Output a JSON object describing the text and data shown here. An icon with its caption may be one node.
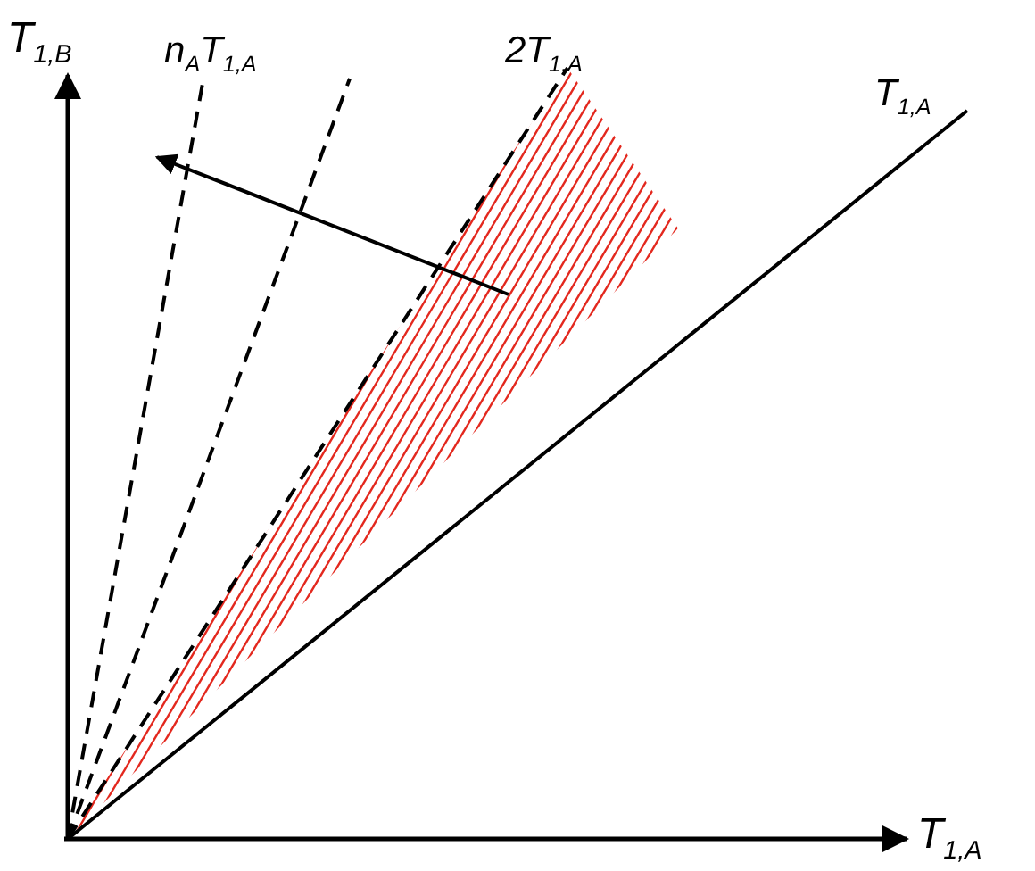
{
  "diagram": {
    "labels": [
      "T$_{1,B}$",
      "n$_{A}$T$_{1,A}$",
      "2T$_{1,A}$",
      "T$_{1,A}$",
      "T$_{1,A}$"
    ]
  }
}
